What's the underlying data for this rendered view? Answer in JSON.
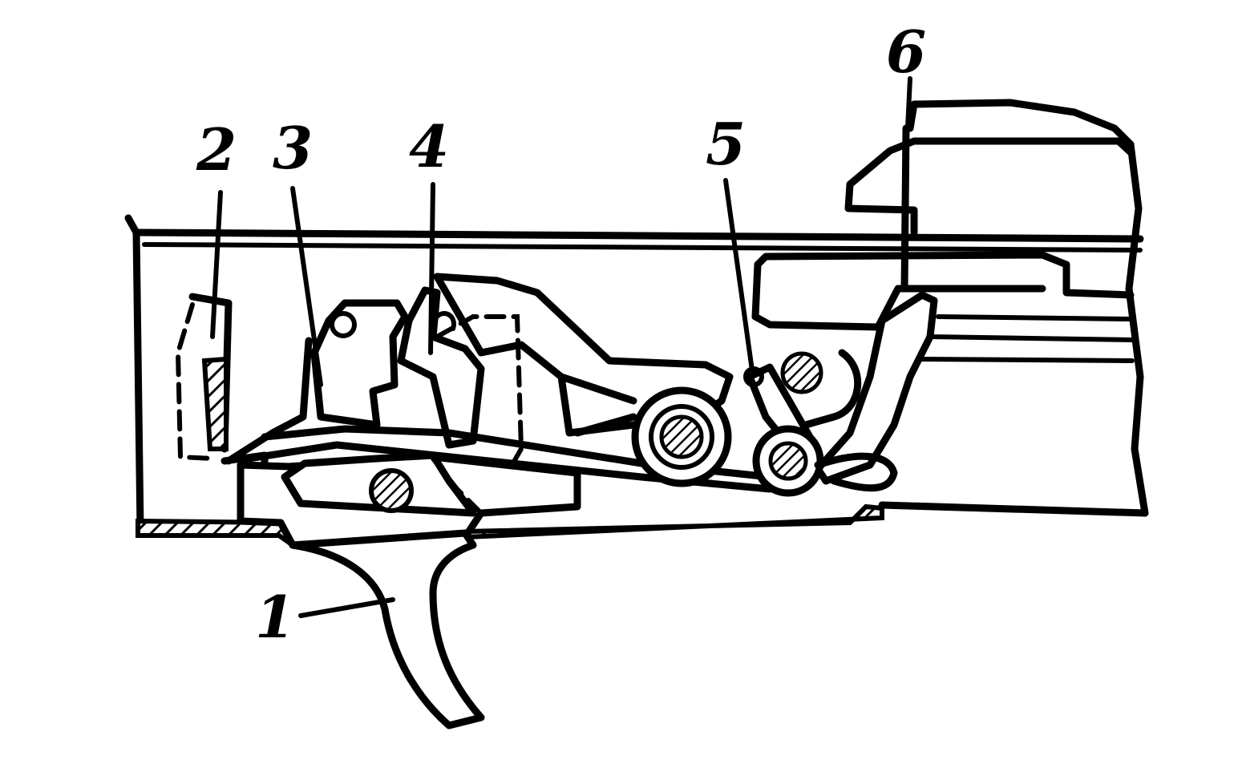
{
  "colors": {
    "ink": "#000000",
    "paper": "#ffffff"
  },
  "callouts": [
    {
      "id": "trigger",
      "text": "1"
    },
    {
      "id": "part-2",
      "text": "2"
    },
    {
      "id": "part-3",
      "text": "3"
    },
    {
      "id": "part-4",
      "text": "4"
    },
    {
      "id": "part-5",
      "text": "5"
    },
    {
      "id": "part-6",
      "text": "6"
    }
  ]
}
